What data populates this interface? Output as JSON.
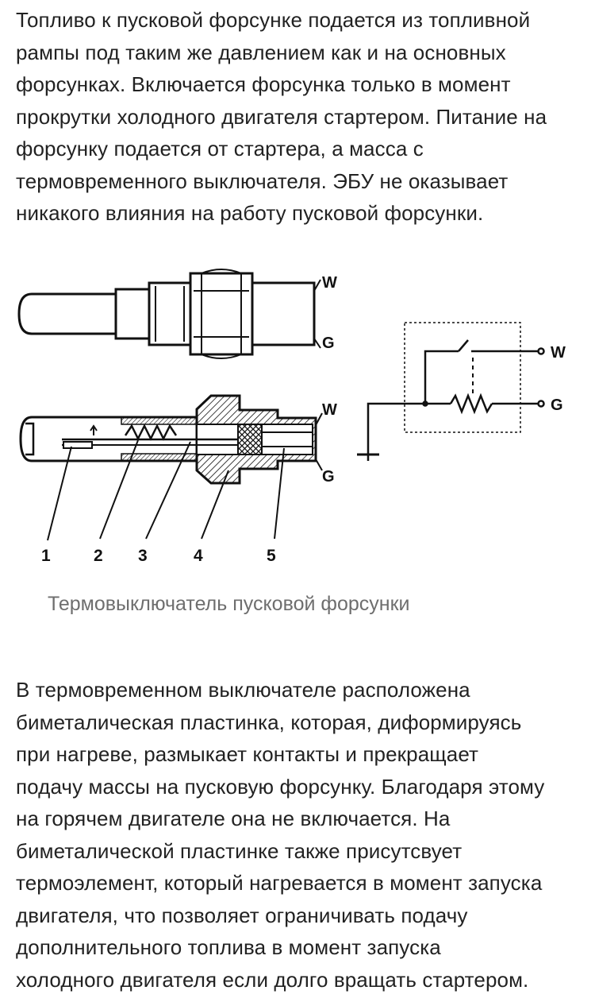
{
  "article": {
    "paragraph1": [
      "Топливо к пусковой форсунке подается из топливной",
      "рампы под таким же давлением как и на основных",
      "форсунках. Включается форсунка только в момент",
      "прокрутки холодного двигателя стартером. Питание на",
      "форсунку подается от стартера, а масса с",
      "термовременного выключателя. ЭБУ не оказывает",
      "никакого влияния на работу пусковой форсунки."
    ],
    "caption": "Термовыключатель пусковой форсунки",
    "paragraph2": [
      "В термовременном выключателе расположена",
      "биметалическая пластинка, которая, диформируясь",
      "при нагреве, размыкает контакты и прекращает",
      "подачу массы на пусковую форсунку. Благодаря этому",
      "на горячем двигателе она не включается. На",
      "биметалической пластинке также присутсвует",
      "термоэлемент, который нагревается в момент запуска",
      "двигателя, что позволяет ограничивать подачу",
      "дополнительного топлива в момент запуска",
      "холодного двигателя если долго вращать стартером."
    ]
  },
  "figure": {
    "terminal_w_top": "W",
    "terminal_g_top": "G",
    "terminal_w_section": "W",
    "terminal_g_section": "G",
    "circuit_w": "W",
    "circuit_g": "G",
    "part_numbers": [
      "1",
      "2",
      "3",
      "4",
      "5"
    ]
  }
}
